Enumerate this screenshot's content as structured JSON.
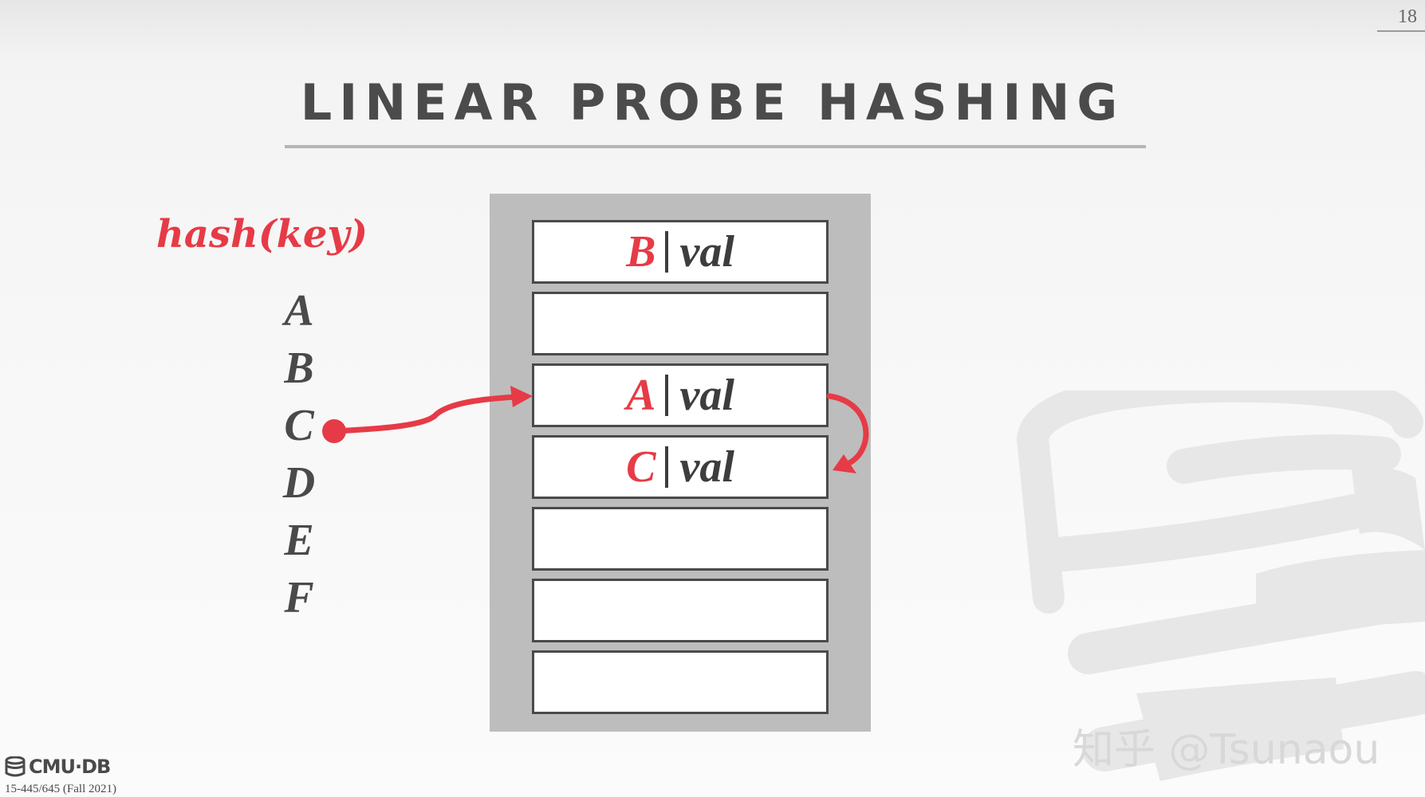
{
  "slide": {
    "page_number": "18",
    "title": "LINEAR PROBE HASHING",
    "hash_function": "hash(key)"
  },
  "keys": [
    "A",
    "B",
    "C",
    "D",
    "E",
    "F"
  ],
  "table": {
    "separator": "|",
    "slots": [
      {
        "key": "B",
        "value": "val"
      },
      {
        "key": "",
        "value": ""
      },
      {
        "key": "A",
        "value": "val"
      },
      {
        "key": "C",
        "value": "val"
      },
      {
        "key": "",
        "value": ""
      },
      {
        "key": "",
        "value": ""
      },
      {
        "key": "",
        "value": ""
      }
    ]
  },
  "arrows": [
    {
      "from": "key C",
      "to": "slot 3"
    },
    {
      "from": "slot 3",
      "to": "slot 4"
    }
  ],
  "footer": {
    "logo": "CMU·DB",
    "course": "15-445/645 (Fall 2021)"
  },
  "watermark_text": "知乎 @Tsunaou",
  "colors": {
    "accent_red": "#e63b46",
    "text_dark": "#4a4a4a",
    "table_background": "#bdbdbd"
  }
}
